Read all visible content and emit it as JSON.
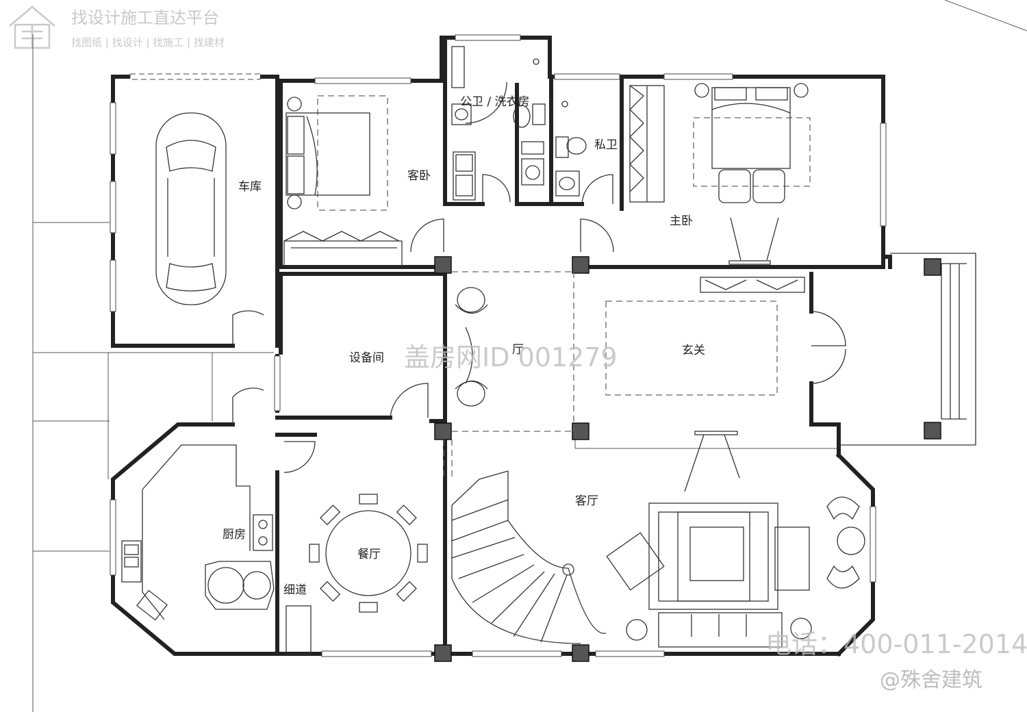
{
  "logo": {
    "title": "找设计施工直达平台",
    "subtitle": "找图纸 | 找设计 | 找施工 | 找建材"
  },
  "rooms": {
    "garage": "车库",
    "guest_bedroom": "客卧",
    "public_bath_laundry": "公卫 / 洗衣房",
    "private_bath": "私卫",
    "master_bedroom": "主卧",
    "equipment_room": "设备间",
    "hall": "厅",
    "foyer": "玄关",
    "living_room": "客厅",
    "kitchen": "厨房",
    "dining_room": "餐厅",
    "corridor": "细道"
  },
  "watermarks": {
    "id_text": "盖房网ID 001279",
    "phone": "电话：400-011-2014",
    "handle": "@殊舍建筑"
  },
  "colors": {
    "wall": "#222222",
    "column": "#555555",
    "watermark": "#bdbdbd"
  }
}
